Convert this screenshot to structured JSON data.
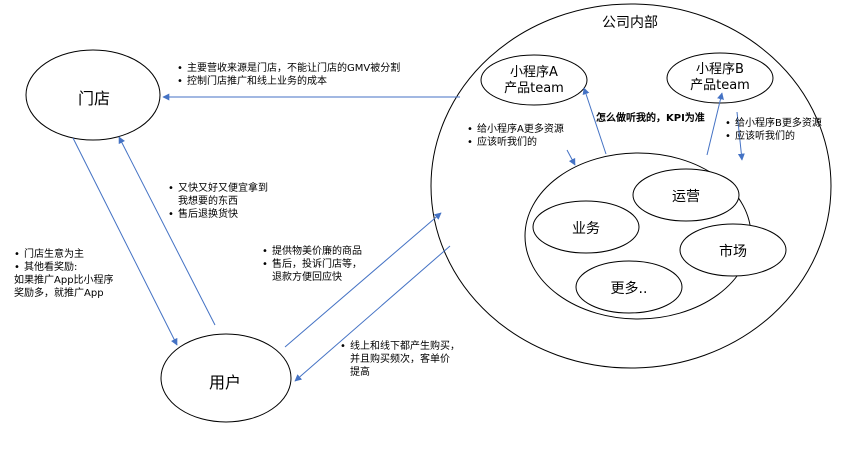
{
  "nodes": {
    "store": "门店",
    "user": "用户",
    "company": "公司内部",
    "mini_a": [
      "小程序A",
      "产品team"
    ],
    "mini_b": [
      "小程序B",
      "产品team"
    ],
    "biz": "业务",
    "ops": "运营",
    "market": "市场",
    "more": "更多.."
  },
  "labels": {
    "company_to_store": [
      "主要营收来源是门店，不能让门店的GMV被分割",
      "控制门店推广和线上业务的成本"
    ],
    "user_to_store": [
      "又快又好又便宜拿到",
      "我想要的东西",
      "售后退换货快"
    ],
    "store_to_user": [
      "门店生意为主",
      "其他看奖励:",
      "如果推广App比小程序",
      "奖励多，就推广App"
    ],
    "user_to_company": [
      "提供物美价廉的商品",
      "售后，投诉门店等，",
      "退款方便回应快"
    ],
    "company_to_user": [
      "线上和线下都产生购买，",
      "并且购买频次，客单价",
      "提高"
    ],
    "team_a": [
      "给小程序A更多资源",
      "应该听我们的"
    ],
    "team_b": [
      "给小程序B更多资源",
      "应该听我们的"
    ],
    "kpi": "怎么做听我的，KPI为准"
  },
  "colors": {
    "arrow": "#4472c4",
    "stroke": "#000000"
  }
}
